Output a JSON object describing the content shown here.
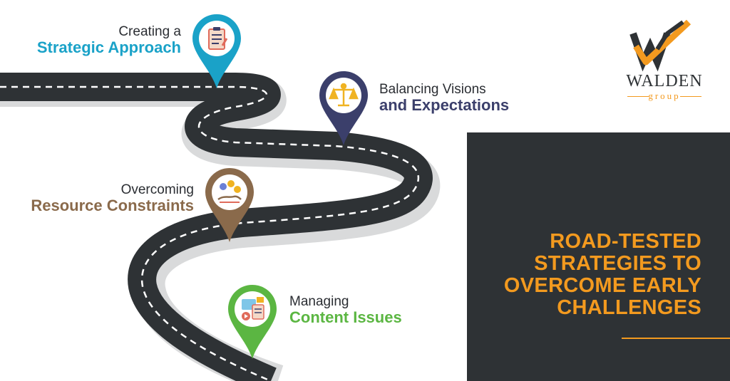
{
  "colors": {
    "road": "#2e3235",
    "road_edge": "#d9dadb",
    "panel_bg": "#2e3235",
    "headline": "#f39a1f",
    "blue": "#1aa2c8",
    "navy": "#3b3f6b",
    "brown": "#8a6a4b",
    "green": "#5bb642",
    "brand_orange": "#f39a1f"
  },
  "milestones": [
    {
      "line1": "Creating a",
      "line2": "Strategic Approach",
      "icon": "checklist-clipboard-icon",
      "color": "#1aa2c8"
    },
    {
      "line1": "Balancing Visions",
      "line2": "and Expectations",
      "icon": "balance-scale-icon",
      "color": "#3b3f6b"
    },
    {
      "line1": "Overcoming",
      "line2": "Resource Constraints",
      "icon": "resources-hand-icon",
      "color": "#8a6a4b"
    },
    {
      "line1": "Managing",
      "line2": "Content Issues",
      "icon": "content-media-icon",
      "color": "#5bb642"
    }
  ],
  "headline": {
    "line1": "ROAD-TESTED",
    "line2": "STRATEGIES TO",
    "line3": "OVERCOME EARLY",
    "line4": "CHALLENGES"
  },
  "logo": {
    "name": "WALDEN",
    "sub": "group",
    "icon": "walden-w-check-logo-icon"
  }
}
